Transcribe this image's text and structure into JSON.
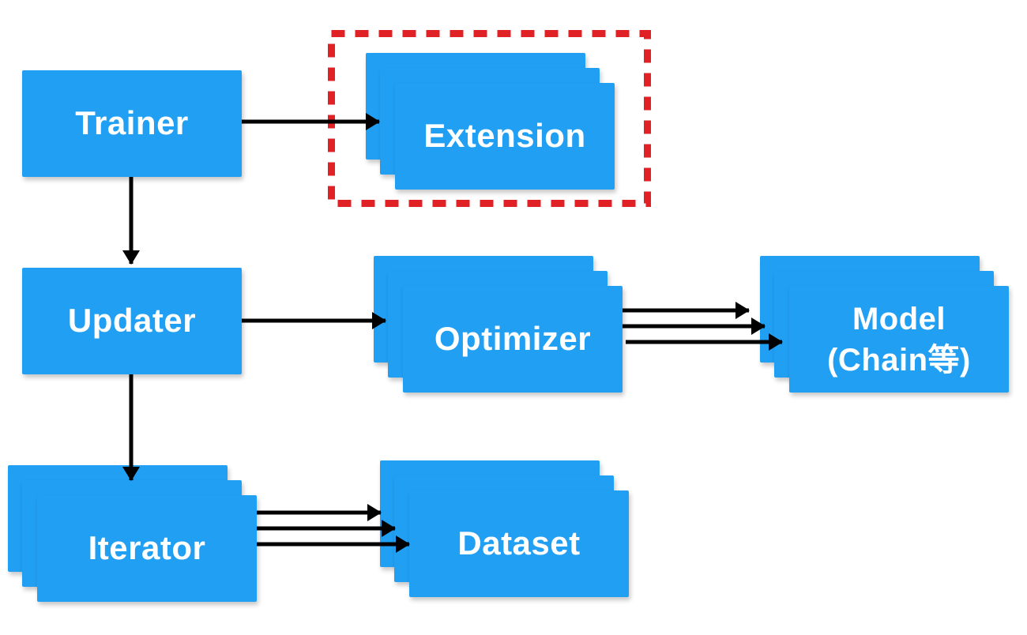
{
  "nodes": {
    "trainer": {
      "label": "Trainer",
      "stacked": false,
      "highlighted": false
    },
    "extension": {
      "label": "Extension",
      "stacked": true,
      "highlighted": true
    },
    "updater": {
      "label": "Updater",
      "stacked": false,
      "highlighted": false
    },
    "optimizer": {
      "label": "Optimizer",
      "stacked": true,
      "highlighted": false
    },
    "model": {
      "label_line1": "Model",
      "label_line2": "(Chain等)",
      "stacked": true,
      "highlighted": false
    },
    "iterator": {
      "label": "Iterator",
      "stacked": true,
      "highlighted": false
    },
    "dataset": {
      "label": "Dataset",
      "stacked": true,
      "highlighted": false
    }
  },
  "edges": [
    {
      "from": "Trainer",
      "to": "Extension",
      "arrows": 1
    },
    {
      "from": "Trainer",
      "to": "Updater",
      "arrows": 1
    },
    {
      "from": "Updater",
      "to": "Optimizer",
      "arrows": 1
    },
    {
      "from": "Updater",
      "to": "Iterator",
      "arrows": 1
    },
    {
      "from": "Optimizer",
      "to": "Model",
      "arrows": 3
    },
    {
      "from": "Iterator",
      "to": "Dataset",
      "arrows": 3
    }
  ],
  "colors": {
    "background": "#FFFFFF",
    "box_fill": "#219FF3",
    "box_text": "#FFFFFF",
    "arrow": "#000000",
    "highlight_border": "#E02125"
  }
}
